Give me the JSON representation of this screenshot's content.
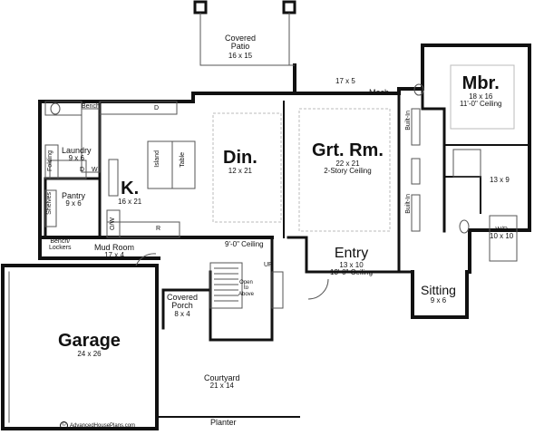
{
  "plan": {
    "covered_patio": {
      "name": "Covered\nPatio",
      "dim": "16 x 15"
    },
    "mech_strip": {
      "dim": "17 x 5"
    },
    "mech": {
      "name": "Mech."
    },
    "master_bedroom": {
      "name": "Mbr.",
      "dim": "18 x 16",
      "ceiling": "11'-0\" Ceiling"
    },
    "great_room": {
      "name": "Grt. Rm.",
      "dim": "22 x 21",
      "ceiling": "2-Story Ceiling"
    },
    "built_in_upper": {
      "name": "Built-In"
    },
    "built_in_lower": {
      "name": "Built-In"
    },
    "dining": {
      "name": "Din.",
      "dim": "12 x 21"
    },
    "kitchen": {
      "name": "K.",
      "dim": "16 x 21"
    },
    "island": {
      "name": "Island"
    },
    "table": {
      "name": "Table"
    },
    "bench_top": {
      "name": "Bench"
    },
    "d_label": {
      "name": "D"
    },
    "laundry": {
      "name": "Laundry",
      "dim": "9 x 6"
    },
    "folding": {
      "name": "Folding"
    },
    "dryer": {
      "name": "D"
    },
    "washer": {
      "name": "W"
    },
    "pantry": {
      "name": "Pantry",
      "dim": "9 x 6"
    },
    "shelves": {
      "name": "Shelves"
    },
    "ow": {
      "name": "O/W"
    },
    "r_label": {
      "name": "R"
    },
    "ceiling_9": {
      "name": "9'-0\" Ceiling"
    },
    "bench_lockers": {
      "name": "Bench/\nLockers"
    },
    "mud_room": {
      "name": "Mud Room",
      "dim": "17 x 4"
    },
    "entry": {
      "name": "Entry",
      "dim": "13 x 10",
      "ceiling": "13'-0\" Ceiling"
    },
    "bath": {
      "dim": "13 x 9"
    },
    "wic": {
      "name": "W/D",
      "dim": "10 x 10"
    },
    "sitting": {
      "name": "Sitting",
      "dim": "9 x 6"
    },
    "up": {
      "name": "UP"
    },
    "open_to_above": {
      "name": "Open\nto\nAbove"
    },
    "covered_porch": {
      "name": "Covered\nPorch",
      "dim": "8 x 4"
    },
    "garage": {
      "name": "Garage",
      "dim": "24 x 26"
    },
    "courtyard": {
      "name": "Courtyard",
      "dim": "21 x 14"
    },
    "planter": {
      "name": "Planter"
    },
    "credit": {
      "text": "AdvancedHousePlans.com",
      "symbol": "©"
    }
  },
  "colors": {
    "wall": "#111111",
    "thin": "#555555",
    "ceiling_line": "#bbbbbb"
  }
}
